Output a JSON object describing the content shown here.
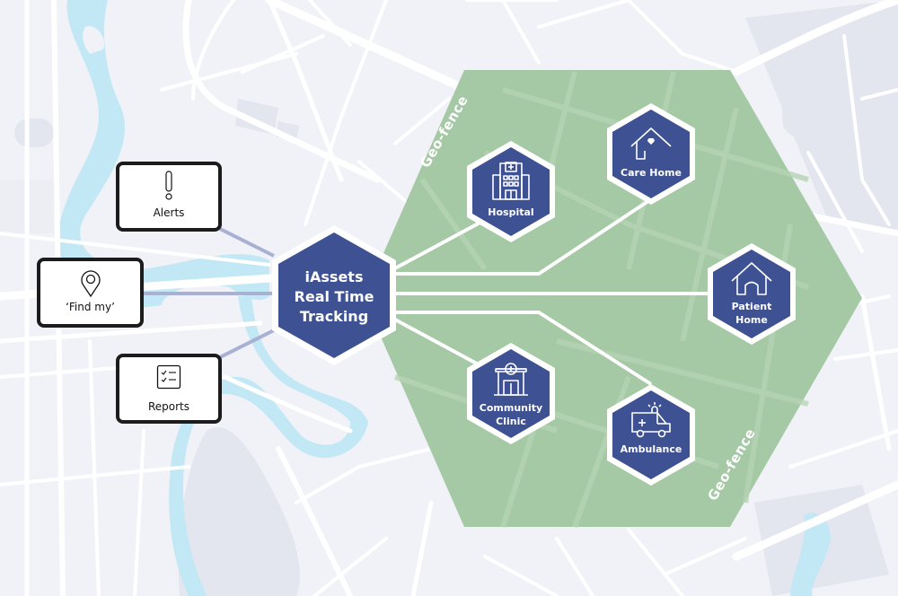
{
  "hub": {
    "line1": "iAssets",
    "line2": "Real Time",
    "line3": "Tracking"
  },
  "features": [
    {
      "label": "Alerts",
      "icon": "exclamation-icon"
    },
    {
      "label": "‘Find my’",
      "icon": "location-pin-icon"
    },
    {
      "label": "Reports",
      "icon": "checklist-icon"
    }
  ],
  "locations": [
    {
      "label": "Hospital",
      "icon": "hospital-icon"
    },
    {
      "label": "Care Home",
      "icon": "house-heart-icon"
    },
    {
      "label_line1": "Patient",
      "label_line2": "Home",
      "icon": "house-icon"
    },
    {
      "label_line1": "Community",
      "label_line2": "Clinic",
      "icon": "clinic-icon"
    },
    {
      "label": "Ambulance",
      "icon": "ambulance-icon"
    }
  ],
  "geofence": {
    "label_top": "Geo-fence",
    "label_bottom": "Geo-fence"
  },
  "colors": {
    "map_bg": "#f1f2f7",
    "road": "#ffffff",
    "water": "#c2e8f5",
    "block": "#e3e5ef",
    "geofence": "#a5c9a5",
    "node_fill": "#3d5193",
    "connector_feature": "#a9b1d3"
  }
}
